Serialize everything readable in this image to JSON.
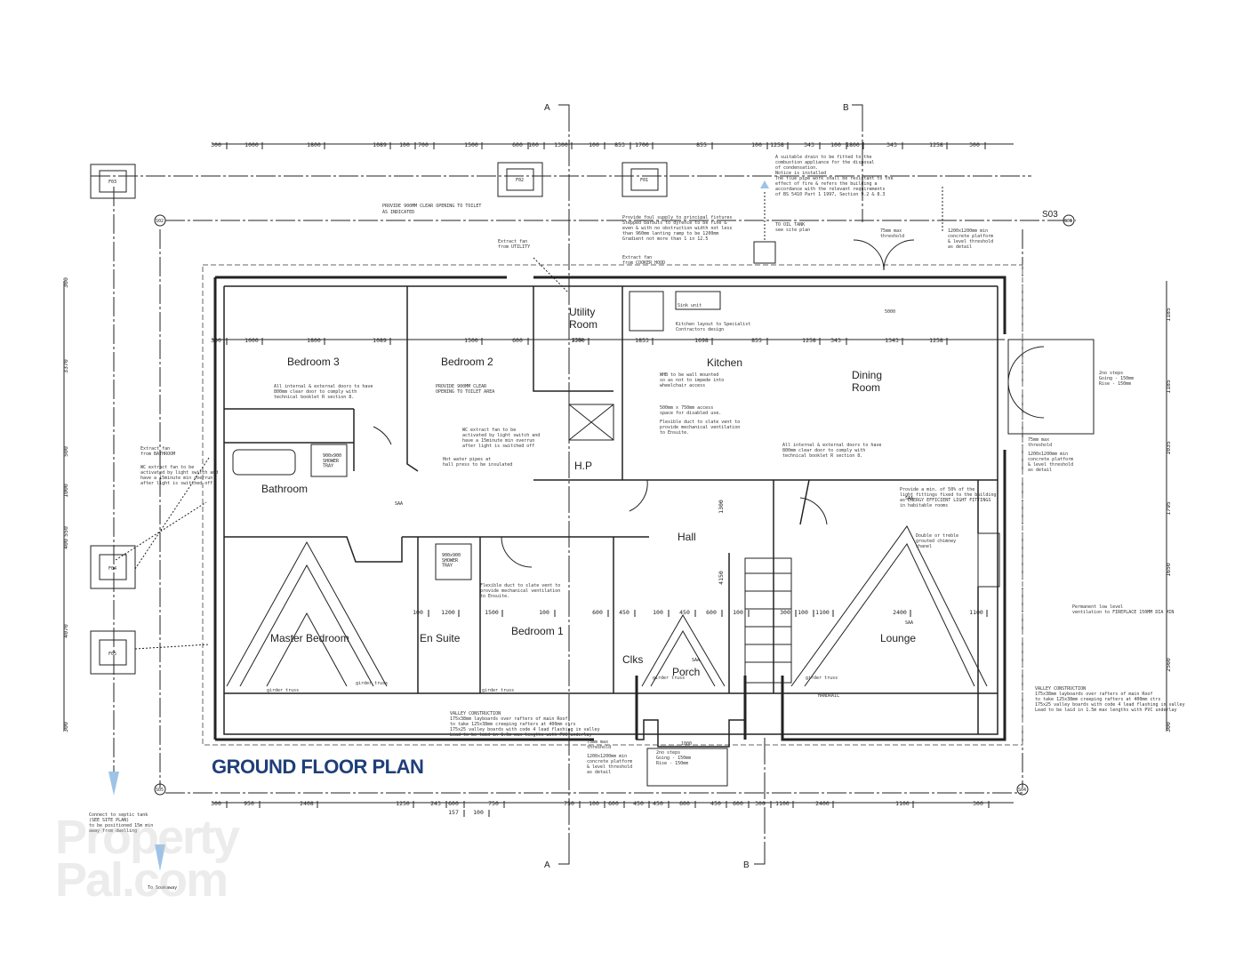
{
  "drawing": {
    "title": "GROUND FLOOR PLAN",
    "watermark": "Property\nPal.com",
    "colors": {
      "title": "#1f3f78",
      "line": "#222222",
      "arrow": "#9ec3e6"
    },
    "rooms": {
      "bedroom3": "Bedroom 3",
      "bedroom2": "Bedroom 2",
      "utility": "Utility\nRoom",
      "kitchen": "Kitchen",
      "dining": "Dining\nRoom",
      "bathroom": "Bathroom",
      "hall": "Hall",
      "master": "Master Bedroom",
      "ensuite": "En Suite",
      "bedroom1": "Bedroom 1",
      "clks": "Clks",
      "porch": "Porch",
      "lounge": "Lounge",
      "hp": "H.P"
    },
    "section_markers": {
      "a": "A",
      "b": "B"
    },
    "grid_tags": {
      "s01": "S01",
      "s02": "S02",
      "s03": "S03",
      "s04": "S04",
      "s05": "S05"
    },
    "footing_tags": {
      "f01": "F01",
      "f02": "F02",
      "f03": "F03",
      "f04": "F04",
      "f05": "F05"
    },
    "saa": {
      "s1": "SAA",
      "s2": "SAA",
      "s3": "SAA",
      "s4": "SAA"
    },
    "fixtures": {
      "shower1": "900x900\nSHOWER\nTRAY",
      "shower2": "900x900\nSHOWER\nTRAY"
    },
    "dims_top": [
      "300",
      "1000",
      "1800",
      "1089",
      "100",
      "700",
      "1500",
      "600",
      "100",
      "1300",
      "100",
      "853",
      "1700",
      "855",
      "100",
      "1258",
      "343",
      "100",
      "1800",
      "343",
      "1258",
      "300"
    ],
    "dims_mid": [
      "300",
      "1000",
      "1800",
      "1089",
      "1500",
      "600",
      "1300",
      "1853",
      "1698",
      "855",
      "1258",
      "343",
      "1343",
      "1258"
    ],
    "dims_bottom": [
      "300",
      "950",
      "2408",
      "1250",
      "243",
      "600",
      "750",
      "750",
      "100",
      "600",
      "450",
      "450",
      "600",
      "450",
      "600",
      "300",
      "1100",
      "2400",
      "1100",
      "300"
    ],
    "dims_bottom2": [
      "157",
      "100"
    ],
    "dims_left": [
      "300",
      "3370",
      "500",
      "1000",
      "550",
      "400",
      "4070",
      "300"
    ],
    "dims_right": [
      "1185",
      "1185",
      "1035",
      "1795",
      "1650",
      "2560",
      "300"
    ],
    "dims_lounge": [
      "300",
      "100",
      "1100",
      "2400",
      "1100"
    ],
    "dims_bed1": [
      "100",
      "1200",
      "1500",
      "100",
      "600",
      "450",
      "100",
      "450",
      "600",
      "100"
    ],
    "dims_hall": [
      "1300",
      "4150"
    ],
    "notes": {
      "n1": "PROVIDE 900MM CLEAR OPENING TO TOILET",
      "n1b": "AS INDICATED",
      "n2": "Provide foul supply to principal fixtures",
      "n2b": "Stepped barbuts to dyrence to be fine &",
      "n2c": "even & with no obstruction width not less",
      "n2d": "than 960mm lanting ramp to be 1200mm",
      "n2e": "Gradient not more than 1 in 12.5",
      "n3": "A suitable drain to be fitted to the",
      "n3b": "combustion appliance for the disposal",
      "n3c": "of condensation.",
      "n3d": "Notice is installed",
      "n3e": "The flue pipe work shall be resistant to the",
      "n3f": "effect of fire & refers the building a",
      "n3g": "accordance with the relevant requirements",
      "n3h": "of BS 5410 Part 1 1997, Section 9.2 & 8.3",
      "n4": "TO OIL TANK",
      "n4b": "see site plan",
      "n5": "Extract fan",
      "n5b": "from UTILITY",
      "n6": "Extract fan",
      "n6b": "from COOKER HOOD",
      "n7": "75mm max",
      "n7b": "threshold",
      "n8": "1200x1200mm min",
      "n8b": "concrete platform",
      "n8c": "& level threshold",
      "n8d": "as detail",
      "n9": "Kitchen layout to Specialist",
      "n9b": "Contractors design",
      "n10": "All internal & external doors to have",
      "n10b": "800mm clear door to comply with",
      "n10c": "technical booklet R section 8.",
      "n11": "Extract fan",
      "n11b": "from BATHROOM",
      "n12": "WC extract fan to be",
      "n12b": "activated by light switch and",
      "n12c": "have a 15minute min overrun",
      "n12d": "after light is switched off",
      "n13": "PROVIDE 900MM CLEAR",
      "n13b": "OPENING TO TOILET AREA",
      "n14": "WC extract fan to be",
      "n14b": "activated by light switch and",
      "n14c": "have a 15minute min overrun",
      "n14d": "after light is switched off",
      "n15": "Hot water pipes at",
      "n15b": "hall press to be insulated",
      "n16": "WHB to be wall mounted",
      "n16b": "so as not to impede into",
      "n16c": "wheelchair access",
      "n17": "500mm x 750mm access",
      "n17b": "space for disabled use.",
      "n17c": "Flexible duct to slate vent to",
      "n17d": "provide mechanical ventilation",
      "n17e": "to Ensuite.",
      "n18": "All internal & external doors to have",
      "n18b": "800mm clear door to comply with",
      "n18c": "technical booklet R section 8.",
      "n19": "Flexible duct to slate vent to",
      "n19b": "provide mechanical ventilation",
      "n19c": "to Ensuite.",
      "n20": "Provide a min. of 50% of the",
      "n20b": "light fittings fixed to the building",
      "n20c": "as ENERGY EFFICIENT LIGHT FITTINGS",
      "n20d": "in habitable rooms",
      "n21": "Double or treble",
      "n21b": "grouted chimney",
      "n21c": "chanel",
      "n22": "Permanent low level",
      "n22b": "ventilation to FIREPLACE  150MM DIA MIN",
      "n23": "VALLEY CONSTRUCTION",
      "n23b": "175x38mm layboards over rafters of main Roof",
      "n23c": "to take 125x38mm creeping rafters at 400mm ctrs",
      "n23d": "175x25 valley boards with code 4 lead flashing in valley",
      "n23e": "Lead to be laid in 1.5m max lengths with PVC underlay",
      "n24": "VALLEY CONSTRUCTION",
      "n24b": "175x38mm layboards over rafters of main Roof",
      "n24c": "to take 125x38mm creeping rafters at 400mm ctrs",
      "n24d": "175x25 valley boards with code 4 lead flashing in valley",
      "n24e": "Lead to be laid in 1.5m max lengths with PVC underlay",
      "n25": "75mm max",
      "n25b": "threshold",
      "n25c": "1200x1200mm min",
      "n25d": "concrete platform",
      "n25e": "& level threshold",
      "n25f": "as detail",
      "n26": "2no steps",
      "n26b": "Going - 150mm",
      "n26c": "Rise - 150mm",
      "n27": "2no steps",
      "n27b": "Going - 150mm",
      "n27c": "Rise - 150mm",
      "n28": "75mm max",
      "n28b": "threshold",
      "n28c": "1200x1200mm min",
      "n28d": "concrete platform",
      "n28e": "& level threshold",
      "n28f": "as detail",
      "n29": "Connect to septic tank",
      "n29b": "(SEE SITE PLAN)",
      "n29c": "to be positioned 15m min",
      "n29d": "away from dwelling",
      "n30": "To Soakaway",
      "n31": "girder truss",
      "n32": "girder truss",
      "n33": "girder truss",
      "n34": "girder truss",
      "n35": "HANDRAIL",
      "n36": "girder truss",
      "n37": "Sink unit",
      "n38": "1900",
      "n39": "1800",
      "n40": "5000"
    }
  }
}
